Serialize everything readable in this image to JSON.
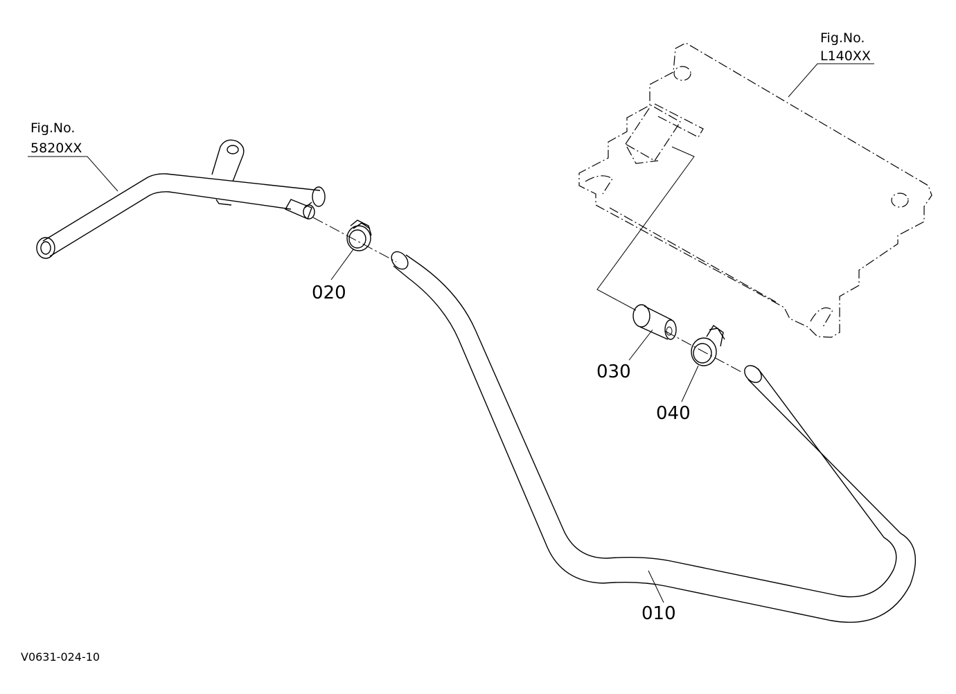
{
  "callouts": {
    "hose": "010",
    "clamp_left": "020",
    "fitting": "030",
    "clamp_right": "040"
  },
  "fig_refs": {
    "left": {
      "line1": "Fig.No.",
      "line2": "5820XX"
    },
    "right": {
      "line1": "Fig.No.",
      "line2": "L140XX"
    }
  },
  "drawing_code": "V0631-024-10"
}
